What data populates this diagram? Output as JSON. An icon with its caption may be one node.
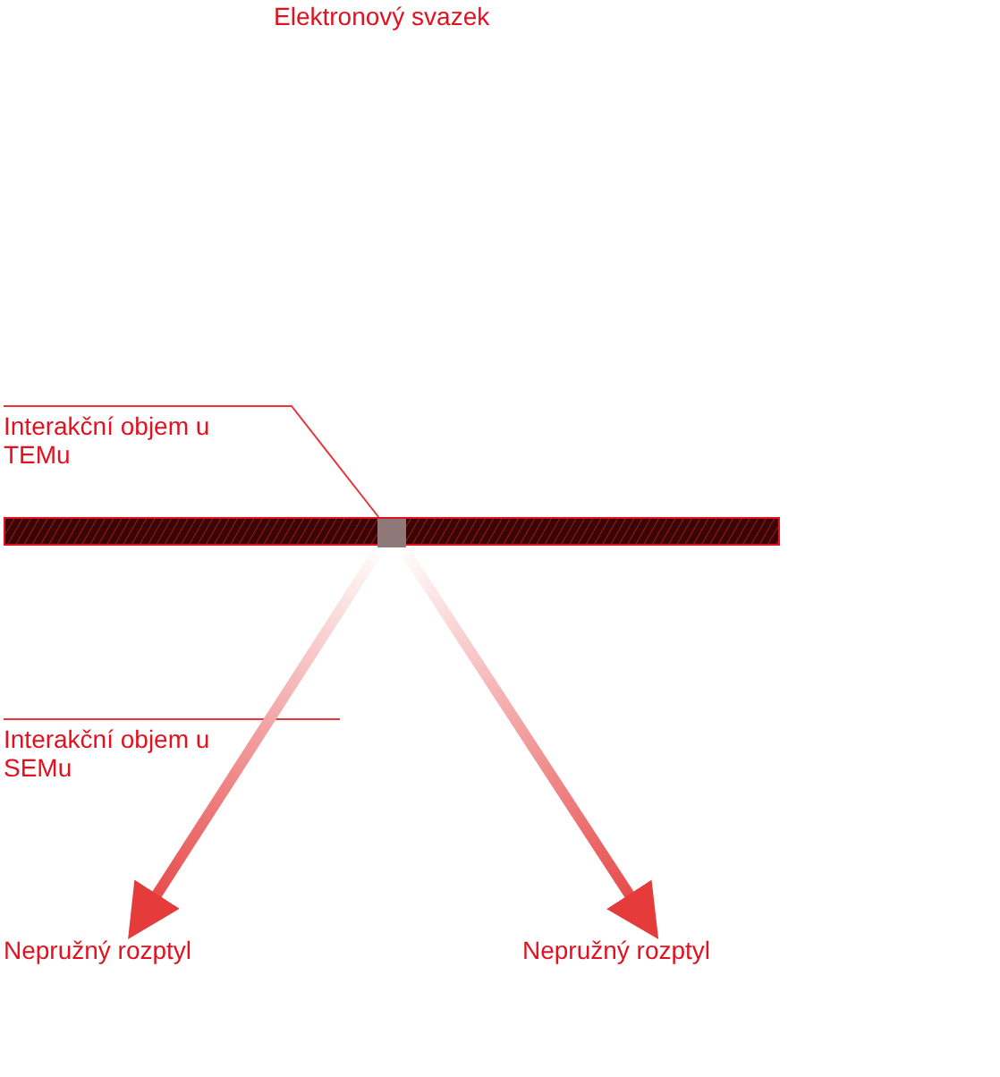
{
  "diagram": {
    "nodes": [
      {
        "text": [],
        "shape": "bar"
      },
      {
        "text": [],
        "shape": "box",
        "in": 0
      },
      {
        "text": [
          "Interakční objem u TEMu"
        ]
      },
      {
        "text": [
          "Interakční objem u SEMu"
        ]
      },
      {
        "text": [
          "Nepružný rozptyl"
        ]
      },
      {
        "text": [
          "Nepružný rozptyl"
        ]
      }
    ],
    "edges": [
      {
        "from": 2,
        "to": 1,
        "arrow": "none"
      },
      {
        "from": 3,
        "to": null,
        "arrow": "none"
      },
      {
        "from": 1,
        "to": 4,
        "arrow": "to",
        "style": "thick"
      },
      {
        "from": 1,
        "to": 5,
        "arrow": "to",
        "style": "thick"
      }
    ],
    "labels": [
      "Elektronový svazek"
    ]
  }
}
